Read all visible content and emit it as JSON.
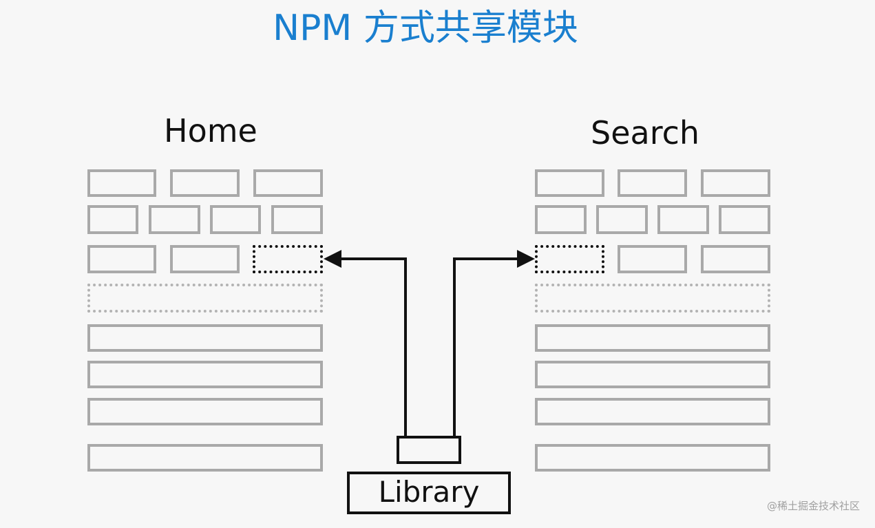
{
  "title": "NPM 方式共享模块",
  "colors": {
    "title": "#1a7fcf",
    "block_border": "#a9a9a9",
    "placeholder_border": "#b3b3b3",
    "shared_module_border": "#111111",
    "arrow": "#111111",
    "background": "#f7f7f7"
  },
  "apps": {
    "home": {
      "label": "Home"
    },
    "search": {
      "label": "Search"
    }
  },
  "library": {
    "label": "Library"
  },
  "watermark": "@稀土掘金技术社区"
}
